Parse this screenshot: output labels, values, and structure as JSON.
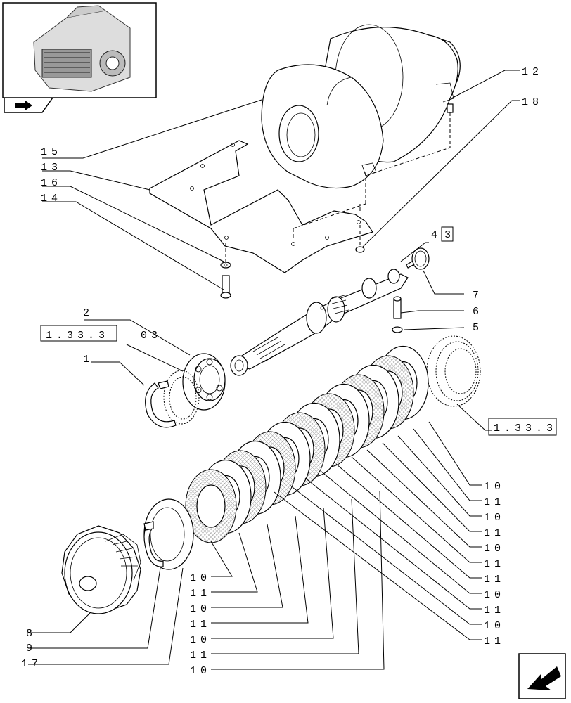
{
  "thumbnail": {
    "icon": "tractor-transmission-thumbnail"
  },
  "nav": {
    "back_icon": "arrow-back-icon",
    "next_icon": "arrow-next-icon"
  },
  "labels": {
    "l12": "12",
    "l18": "18",
    "l15": "15",
    "l13": "13",
    "l16": "16",
    "l14": "14",
    "l4": "4",
    "l3box": "3",
    "l7": "7",
    "l6": "6",
    "l5": "5",
    "l2": "2",
    "l1_33_3_left": "1.33.3",
    "l03": "03",
    "l1": "1",
    "l1_33_3_right": "1.33.3",
    "r10a": "10",
    "r11a": "11",
    "r10b": "10",
    "r11b": "11",
    "r10c": "10",
    "r11c": "11",
    "r11d": "11",
    "r10d": "10",
    "r11e": "11",
    "r10e": "10",
    "r11f": "11",
    "b10a": "10",
    "b11a": "11",
    "b10b": "10",
    "b11b": "11",
    "b10c": "10",
    "b11c": "11",
    "b10d": "10",
    "l8": "8",
    "l9": "9",
    "l17": "17"
  }
}
